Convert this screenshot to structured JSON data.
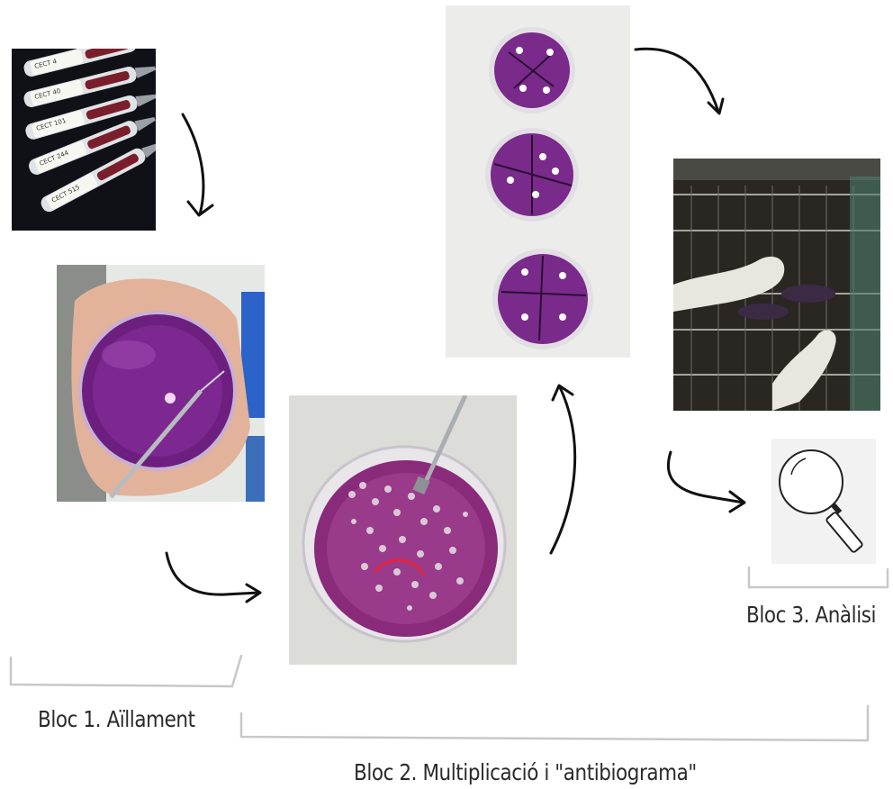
{
  "labels": {
    "bloc1": "Bloc 1. Aïllament",
    "bloc2": "Bloc 2. Multiplicació i \"antibiograma\"",
    "bloc3": "Bloc 3. Anàlisi"
  },
  "tube_labels": [
    "CECT 4",
    "CECT 40",
    "CECT 101",
    "CECT 244",
    "CECT 515"
  ],
  "colors": {
    "agar": "#7a2a8a",
    "agar_dark": "#4e1760",
    "arrow": "#111111",
    "bracket": "#c8c8c8",
    "text": "#2b2b2b"
  },
  "icons": {
    "analysis": "magnifying-glass-icon"
  }
}
